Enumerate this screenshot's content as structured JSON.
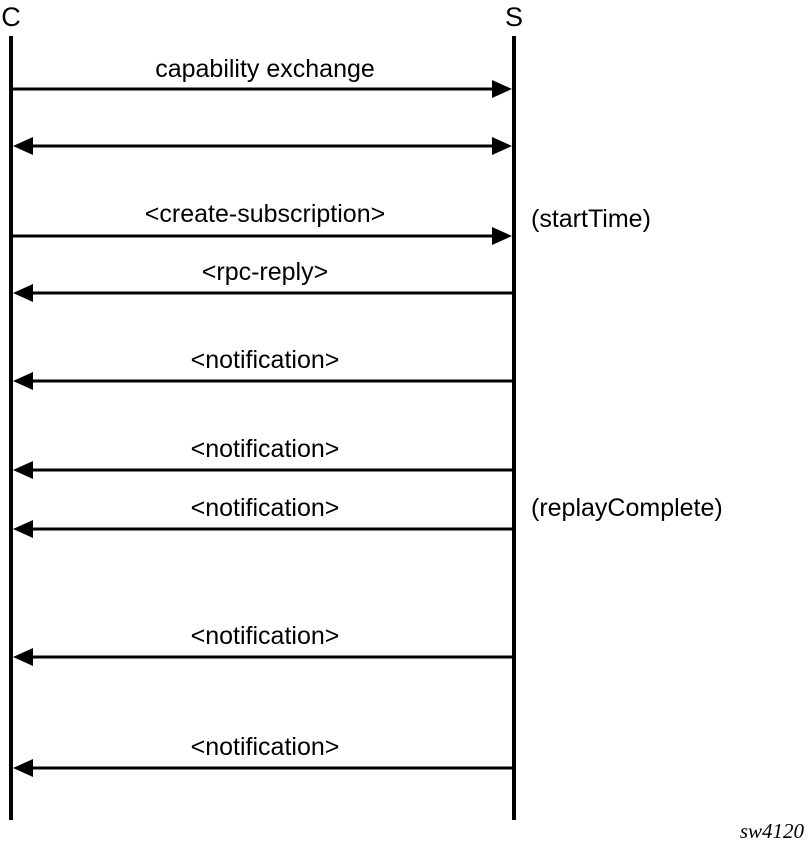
{
  "endpoints": {
    "client": "C",
    "server": "S"
  },
  "messages": [
    {
      "label": "capability exchange",
      "direction": "right"
    },
    {
      "label": "",
      "direction": "both"
    },
    {
      "label": "<create-subscription>",
      "direction": "right",
      "note": "(startTime)"
    },
    {
      "label": "<rpc-reply>",
      "direction": "left"
    },
    {
      "label": "<notification>",
      "direction": "left"
    },
    {
      "label": "<notification>",
      "direction": "left"
    },
    {
      "label": "<notification>",
      "direction": "left",
      "note": "(replayComplete)"
    },
    {
      "label": "<notification>",
      "direction": "left"
    },
    {
      "label": "<notification>",
      "direction": "left"
    }
  ],
  "figure_id": "sw4120",
  "colors": {
    "ink": "#000000",
    "background": "#ffffff"
  }
}
